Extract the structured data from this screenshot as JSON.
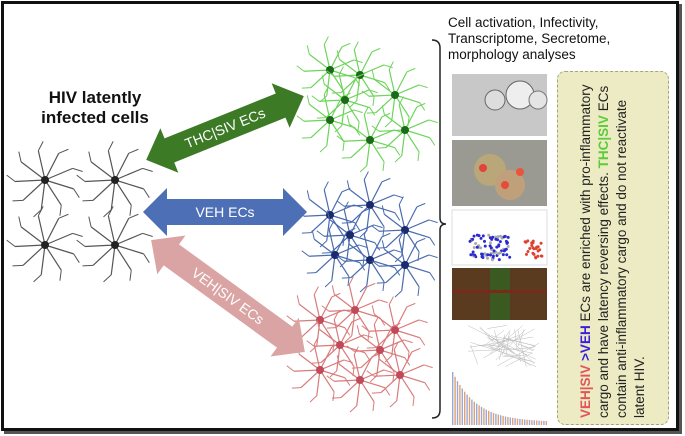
{
  "title": "HIV latently infected cells",
  "header": [
    "Cell activation, Infectivity,",
    "Transcriptome, Secretome,",
    "morphology analyses"
  ],
  "arrows": {
    "thc": "THC|SIV ECs",
    "veh": "VEH ECs",
    "vehsiv": "VEH|SIV ECs"
  },
  "summary": {
    "p1": "VEH|SIV",
    "p2": " >",
    "p3": "VEH",
    "p4": " ECs are enriched with pro-inflammatory  cargo and have latency reversing effects. ",
    "p5": "THC|SIV",
    "p6": " ECs contain anti-inflammatory cargo and do not reactivate latent HIV."
  },
  "colors": {
    "green": "#3d7a25",
    "blue": "#4d6fb5",
    "pink": "#d9a0a0",
    "box": "#ecebc3"
  }
}
